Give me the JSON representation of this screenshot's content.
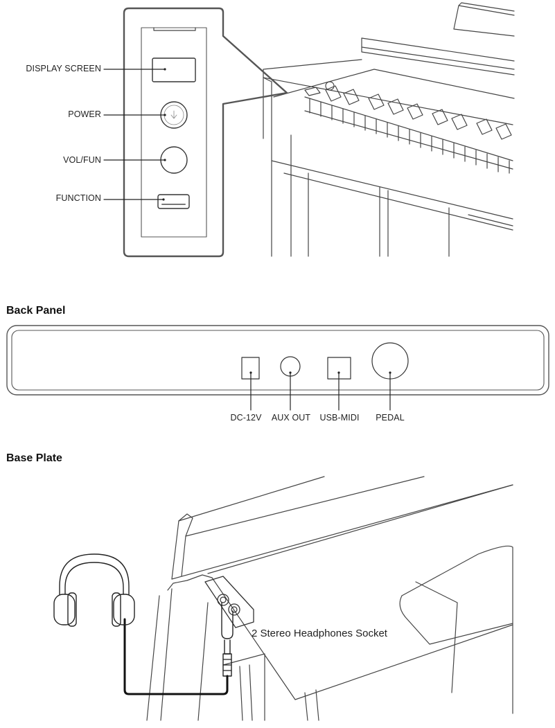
{
  "control_panel": {
    "labels": {
      "display_screen": "DISPLAY SCREEN",
      "power": "POWER",
      "vol_fun": "VOL/FUN",
      "function": "FUNCTION"
    }
  },
  "back_panel": {
    "title": "Back Panel",
    "ports": {
      "dc": "DC-12V",
      "aux": "AUX OUT",
      "usb": "USB-MIDI",
      "pedal": "PEDAL"
    }
  },
  "base_plate": {
    "title": "Base Plate",
    "socket_label": "2 Stereo Headphones Socket"
  }
}
